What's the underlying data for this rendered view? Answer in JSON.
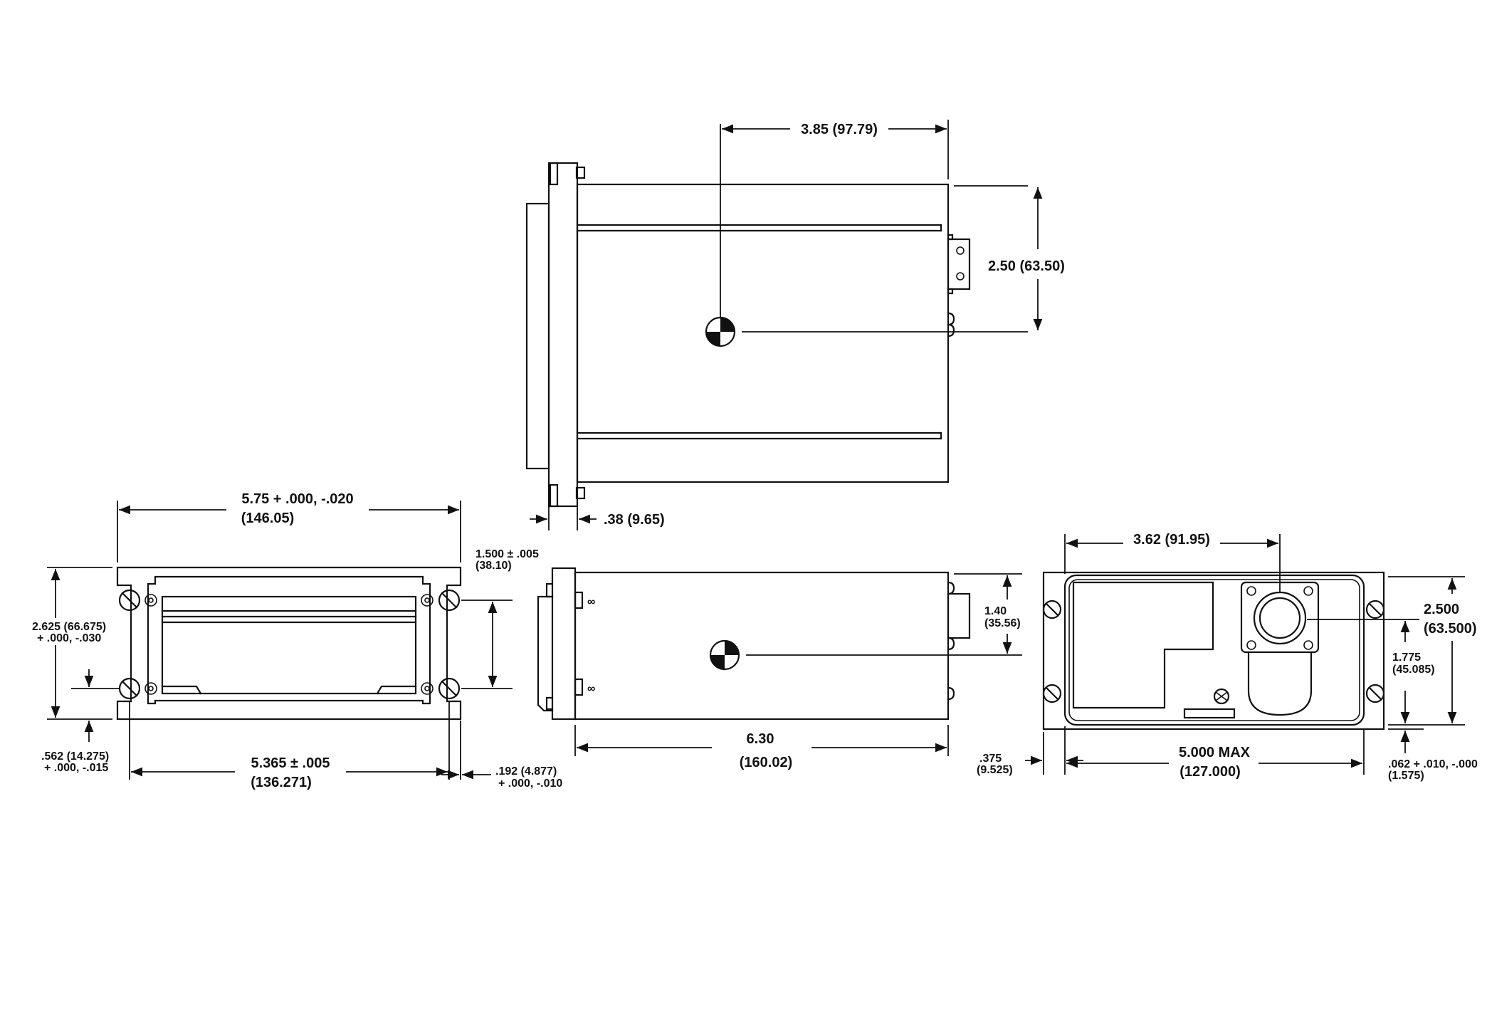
{
  "top_view": {
    "dim_width": "3.85 (97.79)",
    "dim_height": "2.50 (63.50)",
    "dim_flange": ".38 (9.65)"
  },
  "front_view": {
    "dim_width_1": "5.75 + .000, -.020",
    "dim_width_2": "(146.05)",
    "dim_height_1": "2.625 (66.675)",
    "dim_height_2": "+ .000, -.030",
    "dim_hole_spacing_1": "1.500 ± .005",
    "dim_hole_spacing_2": "(38.10)",
    "dim_bottom_1": ".562 (14.275)",
    "dim_bottom_2": "+ .000, -.015",
    "dim_hole_span_1": "5.365 ±  .005",
    "dim_hole_span_2": "(136.271)",
    "dim_edge_1": ".192 (4.877)",
    "dim_edge_2": "+ .000, -.010"
  },
  "side_view": {
    "dim_height_1": "1.40",
    "dim_height_2": "(35.56)",
    "dim_length_1": "6.30",
    "dim_length_2": "(160.02)"
  },
  "rear_view": {
    "dim_connector_1": "3.62 (91.95)",
    "dim_height_1": "2.500",
    "dim_height_2": "(63.500)",
    "dim_connector_h_1": "1.775",
    "dim_connector_h_2": "(45.085)",
    "dim_left_1": ".375",
    "dim_left_2": "(9.525)",
    "dim_width_1": "5.000 MAX",
    "dim_width_2": "(127.000)",
    "dim_bottom_1": ".062 + .010, -.000",
    "dim_bottom_2": "(1.575)"
  }
}
